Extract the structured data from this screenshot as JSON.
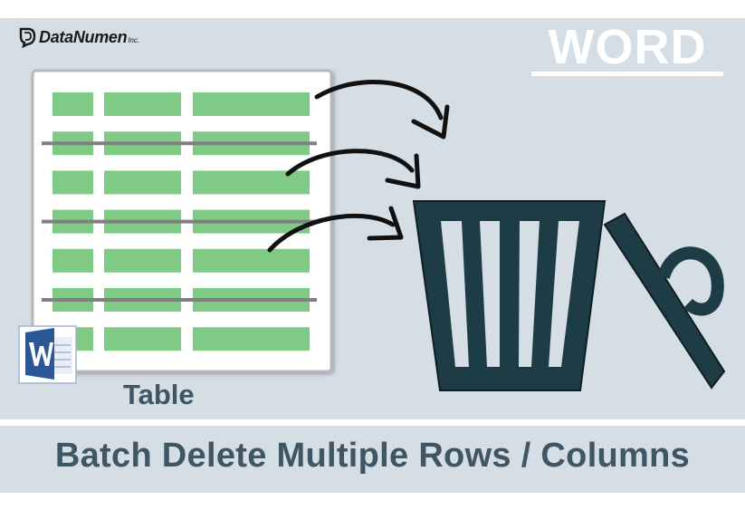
{
  "logo": {
    "name": "DataNumen",
    "suffix": "Inc."
  },
  "badge": {
    "text": "WORD"
  },
  "table": {
    "label": "Table",
    "row_count": 7,
    "deleted_rows": [
      1,
      3,
      5
    ],
    "fill_color": "#7fcb86",
    "strike_color": "#808080"
  },
  "icons": [
    "word-app-icon",
    "trash-bin-icon",
    "curved-arrow-icon"
  ],
  "footer": {
    "title": "Batch Delete Multiple Rows / Columns"
  },
  "colors": {
    "background": "#d5dde5",
    "text": "#3f5664",
    "trash": "#1e3c46",
    "word_blue": "#2b5797"
  }
}
